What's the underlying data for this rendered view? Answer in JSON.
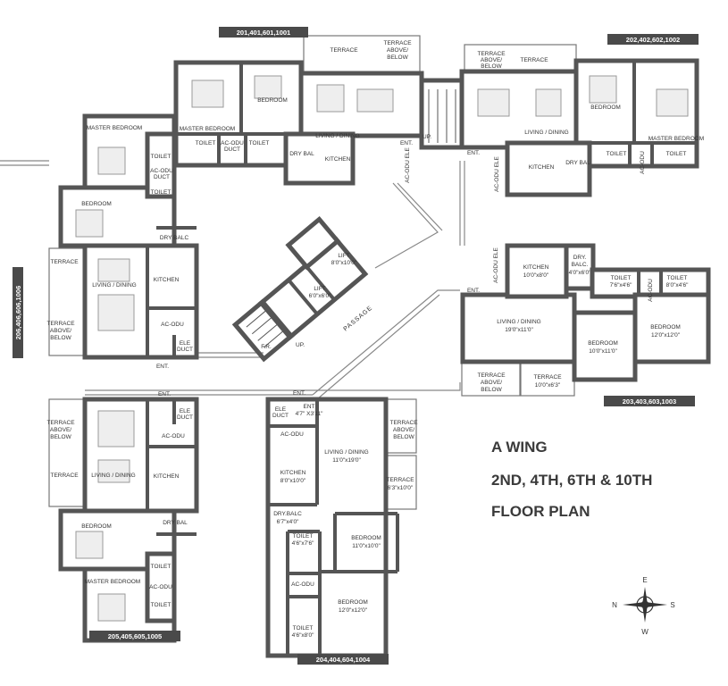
{
  "title": {
    "line1": "A WING",
    "line2": "2ND, 4TH, 6TH & 10TH",
    "line3": "FLOOR PLAN"
  },
  "compass": {
    "n": "N",
    "e": "E",
    "s": "S",
    "w": "W"
  },
  "wall_color": "#555555",
  "units": {
    "u201": {
      "badge": "201,401,601,1001",
      "terrace": "TERRACE",
      "terrace_ab": [
        "TERRACE",
        "ABOVE/",
        "BELOW"
      ],
      "bedroom": "BEDROOM",
      "master": "MASTER BEDROOM",
      "living": "LIVING / DINING",
      "toilet1": "TOILET",
      "acodu": [
        "AC-ODU",
        "DUCT"
      ],
      "toilet2": "TOILET",
      "drybal": "DRY BAL",
      "kitchen": "KITCHEN",
      "ent": "ENT.",
      "acele": "AC-ODU ELE",
      "up": "UP."
    },
    "u202": {
      "badge": "202,402,602,1002",
      "terrace_ab": [
        "TERRACE",
        "ABOVE/",
        "BELOW"
      ],
      "terrace": "TERRACE",
      "living": "LIVING / DINING",
      "bedroom": "BEDROOM",
      "master": "MASTER BEDROOM",
      "toilet1": "TOILET",
      "acodu": "AC-ODU",
      "toilet2": "TOILET",
      "drybal": "DRY BAL",
      "kitchen": "KITCHEN",
      "ent": "ENT.",
      "acele": "AC-ODU ELE"
    },
    "u203": {
      "badge": "203,403,603,1003",
      "kitchen": "KITCHEN",
      "kitchen_dim": "10'0\"x8'0\"",
      "drybalc": [
        "DRY.",
        "BALC.",
        "4'0\"x6'0\""
      ],
      "toilet1": "TOILET",
      "toilet1_dim": "7'6\"x4'6\"",
      "acodu": "AC-ODU",
      "toilet2": "TOILET",
      "toilet2_dim": "8'0\"x4'6\"",
      "ent": "ENT.",
      "acele": "AC-ODU ELE",
      "living": "LIVING / DINING",
      "living_dim": "19'0\"x11'0\"",
      "bed1": "BEDROOM",
      "bed1_dim": "10'0\"x11'0\"",
      "bed2": "BEDROOM",
      "bed2_dim": "12'0\"x12'0\"",
      "terrace_ab": [
        "TERRACE",
        "ABOVE/",
        "BELOW"
      ],
      "terrace": "TERRACE",
      "terrace_dim": "10'0\"x6'3\""
    },
    "core": {
      "lift1": "LIFT",
      "lift1_dim": "8'0\"x10'0\"",
      "lift2": "LIFT",
      "lift2_dim": "6'0\"x6'0\"",
      "passage": "PASSAGE",
      "up": "UP.",
      "fr": "F.R."
    },
    "u206": {
      "badge": "206,406,606,1006",
      "master": "MASTER BEDROOM",
      "toilet1": "TOILET",
      "acodu": [
        "AC-ODU",
        "DUCT"
      ],
      "toilet2": "TOILET",
      "bedroom": "BEDROOM",
      "drybalc": "DRY BALC",
      "terrace": "TERRACE",
      "living": "LIVING / DINING",
      "kitchen": "KITCHEN",
      "terrace_ab": [
        "TERRACE",
        "ABOVE/",
        "BELOW"
      ],
      "acodu2": "AC-ODU",
      "eleduct": [
        "ELE",
        "DUCT"
      ],
      "ent": "ENT."
    },
    "u205": {
      "badge": "205,405,605,1005",
      "ent": "ENT.",
      "terrace_ab": [
        "TERRACE",
        "ABOVE/",
        "BELOW"
      ],
      "eleduct": [
        "ELE",
        "DUCT"
      ],
      "acodu": "AC-ODU",
      "living": "LIVING / DINING",
      "kitchen": "KITCHEN",
      "terrace": "TERRACE",
      "bedroom": "BEDROOM",
      "drybal": "DRY BAL",
      "toilet1": "TOILET",
      "master": "MASTER BEDROOM",
      "acodu2": "AC-ODU",
      "toilet2": "TOILET"
    },
    "u204": {
      "badge": "204,404,604,1004",
      "ent_outer": "ENT.",
      "eleduct": [
        "ELE",
        "DUCT"
      ],
      "ent": "ENT",
      "ent_dim": "4'7\" X3'11\"",
      "acodu": "AC-ODU",
      "living": "LIVING / DINING",
      "living_dim": "11'0\"x19'0\"",
      "terrace_ab": [
        "TERRACE",
        "ABOVE/",
        "BELOW"
      ],
      "kitchen": "KITCHEN",
      "kitchen_dim": "8'0\"x10'0\"",
      "terrace": "TERRACE",
      "terrace_dim": "6'3\"x10'0\"",
      "drybalc": "DRY.BALC",
      "drybalc_dim": "6'7\"x4'0\"",
      "toilet1": "TOILET",
      "toilet1_dim": "4'6\"x7'6\"",
      "bed1": "BEDROOM",
      "bed1_dim": "11'0\"x10'0\"",
      "acodu2": "AC-ODU",
      "bed2": "BEDROOM",
      "bed2_dim": "12'0\"x12'0\"",
      "toilet2": "TOILET",
      "toilet2_dim": "4'6\"x8'0\""
    }
  }
}
